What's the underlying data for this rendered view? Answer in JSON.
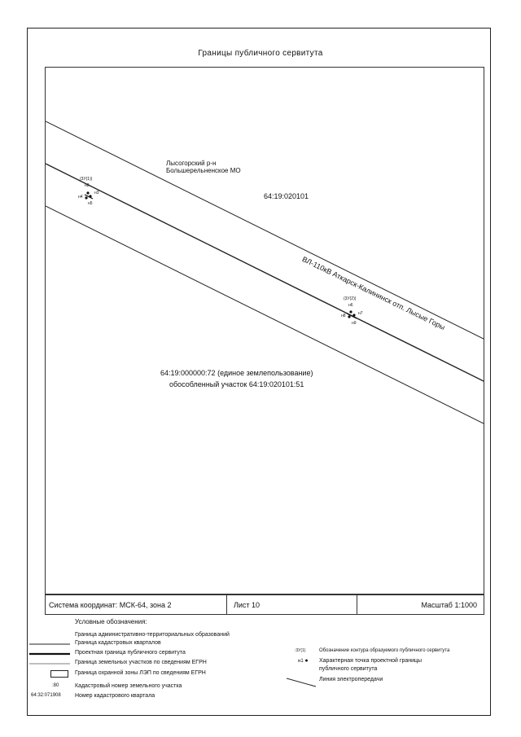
{
  "title": "Границы публичного сервитута",
  "map": {
    "district": "Лысогорский р-н",
    "municipality": "Большерельненское МО",
    "quarter": "64:19:020101",
    "power_line_label": "ВЛ-110кВ Аткарск-Калининск отп. Лысые Горы",
    "land_use_line1": "64:19:000000:72 (единое землепользование)",
    "land_use_line2": "обособленный участок 64:19:020101:51",
    "contour_a": "(3У(1))",
    "points_a": [
      "н2",
      "н3",
      "н4",
      "н5"
    ],
    "contour_b": "(3У(2))",
    "points_b": [
      "н6",
      "н7",
      "н8",
      "н9"
    ]
  },
  "stamp": {
    "coordinates": "Система координат: МСК-64, зона 2",
    "sheet": "Лист 10",
    "scale": "Масштаб 1:1000"
  },
  "legend": {
    "heading": "Условные обозначения:",
    "left": [
      "Граница административно-территориальных образований",
      "Граница кадастровых кварталов",
      "Проектная граница публичного сервитута",
      "Граница земельных участков по сведениям ЕГРН",
      "Граница охранной зоны ЛЭП по сведениям ЕГРН",
      "Кадастровый номер земельного участка",
      "Номер кадастрового квартала"
    ],
    "left_symbols": [
      ":80",
      "64:32:071908"
    ],
    "right": [
      "Обозначение контура образуемого публичного сервитута",
      "Характерная точка проектной границы",
      "публичного сервитута",
      "Линия электропередачи"
    ],
    "right_symbols": [
      ":3У(1)",
      "н1"
    ]
  }
}
